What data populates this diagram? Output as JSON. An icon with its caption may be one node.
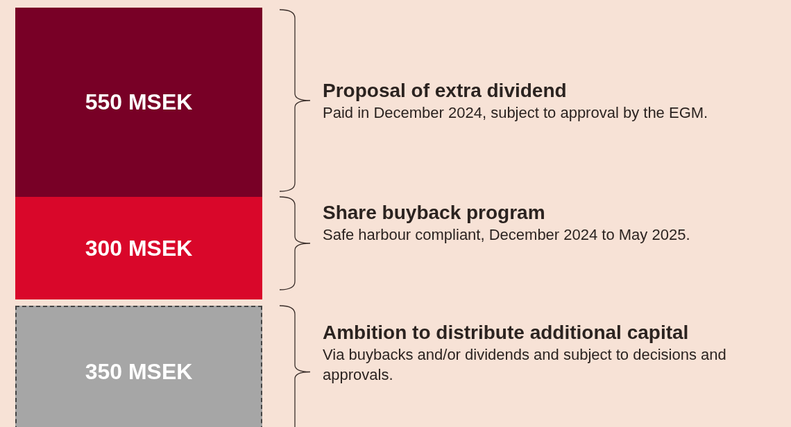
{
  "diagram": {
    "nodes": [
      {
        "text": [
          "550 MSEK"
        ],
        "beside": [
          "Proposal of extra dividend",
          "Paid in December 2024, subject to approval by the EGM."
        ]
      },
      {
        "text": [
          "300 MSEK"
        ],
        "beside": [
          "Share buyback program",
          "Safe harbour compliant, December 2024 to May 2025."
        ]
      },
      {
        "text": [
          "350 MSEK"
        ],
        "beside": [
          "Ambition to distribute additional capital",
          "Via buybacks and/or dividends and subject to decisions and approvals."
        ]
      }
    ]
  }
}
